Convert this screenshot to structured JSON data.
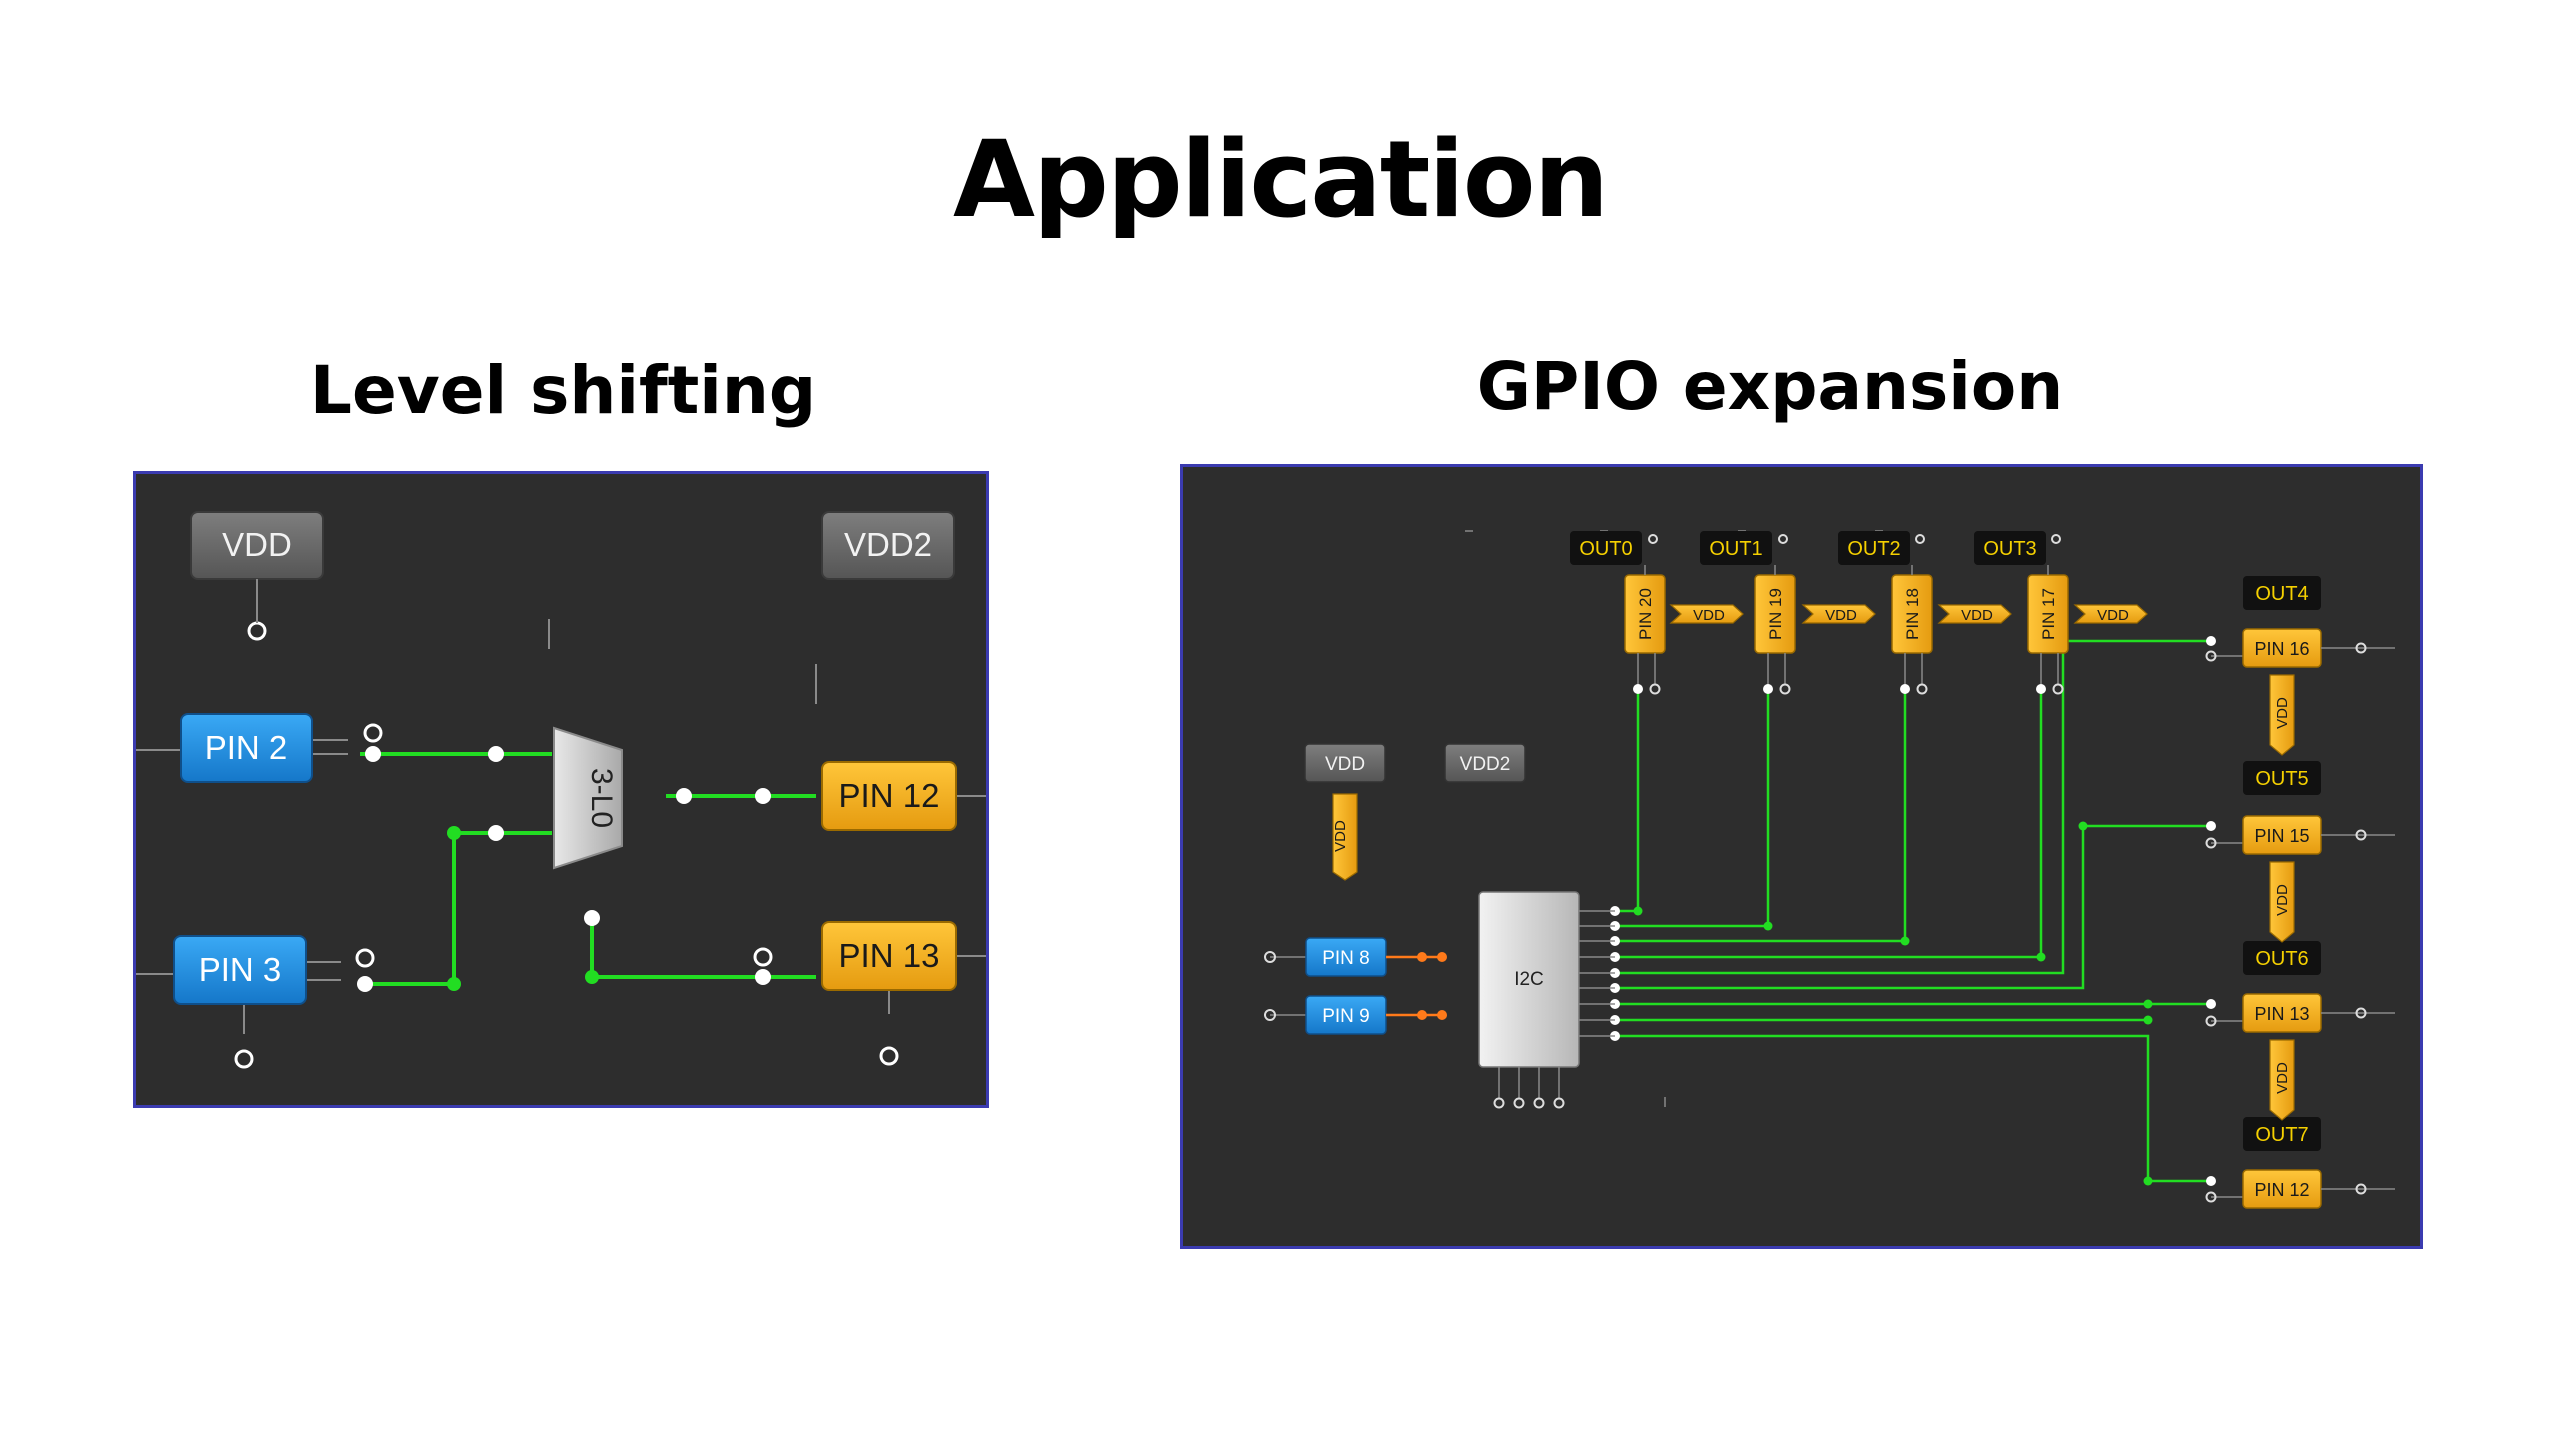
{
  "title": "Application",
  "level_shifting": {
    "title": "Level shifting",
    "vdd": "VDD",
    "vdd2": "VDD2",
    "pin2": "PIN 2",
    "pin3": "PIN 3",
    "lut": "3-L0",
    "pin12": "PIN 12",
    "pin13": "PIN 13"
  },
  "gpio_expansion": {
    "title": "GPIO expansion",
    "vdd": "VDD",
    "vdd2": "VDD2",
    "vdd_tag": "VDD",
    "pin8": "PIN 8",
    "pin9": "PIN 9",
    "i2c": "I2C",
    "top_outputs": [
      {
        "out": "OUT0",
        "pin": "PIN 20"
      },
      {
        "out": "OUT1",
        "pin": "PIN 19"
      },
      {
        "out": "OUT2",
        "pin": "PIN 18"
      },
      {
        "out": "OUT3",
        "pin": "PIN 17"
      }
    ],
    "right_outputs": [
      {
        "out": "OUT4",
        "pin": "PIN 16"
      },
      {
        "out": "OUT5",
        "pin": "PIN 15"
      },
      {
        "out": "OUT6",
        "pin": "PIN 13"
      },
      {
        "out": "OUT7",
        "pin": "PIN 12"
      }
    ]
  },
  "colors": {
    "panel_bg": "#2d2d2d",
    "panel_border": "#3b3bb0",
    "wire_green": "#22dd22",
    "pin_blue": "#1e8fe6",
    "pin_orange": "#f2b022",
    "vdd_gray": "#6b6b6b",
    "label_yellow": "#f5d000"
  }
}
